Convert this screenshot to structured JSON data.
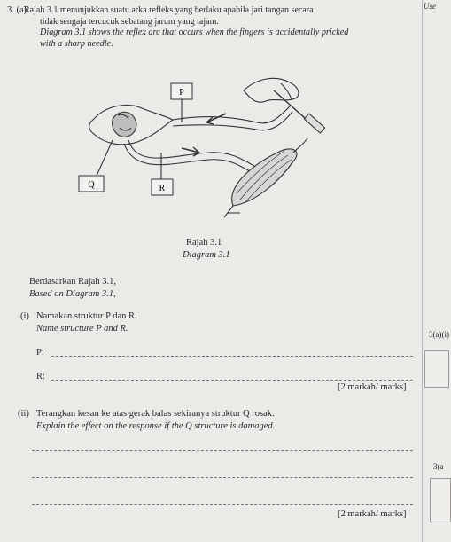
{
  "margin": {
    "use_label": "Use",
    "code_a_i": "3(a)(i)",
    "code_a_ii": "3(a"
  },
  "question": {
    "number": "3. (a)",
    "text_ms_line1": "Rajah 3.1 menunjukkan suatu arka refleks yang berlaku apabila jari tangan secara",
    "text_ms_line2": "tidak sengaja tercucuk sebatang jarum yang tajam.",
    "text_en_line1": "Diagram 3.1 shows the reflex arc that occurs when the fingers is accidentally pricked",
    "text_en_line2": "with a sharp needle."
  },
  "diagram": {
    "label_p": "P",
    "label_q": "Q",
    "label_r": "R",
    "caption_ms": "Rajah 3.1",
    "caption_en": "Diagram 3.1"
  },
  "based_on": {
    "ms": "Berdasarkan Rajah 3.1,",
    "en": "Based on Diagram 3.1,"
  },
  "part_i": {
    "number": "(i)",
    "ms": "Namakan struktur P dan R.",
    "en": "Name structure P and R.",
    "p_label": "P:",
    "r_label": "R:",
    "marks": "[2 markah/ marks]"
  },
  "part_ii": {
    "number": "(ii)",
    "ms": "Terangkan kesan ke atas gerak balas sekiranya struktur Q rosak.",
    "en": "Explain the effect on the response if the Q structure is damaged.",
    "marks": "[2 markah/ marks]"
  }
}
